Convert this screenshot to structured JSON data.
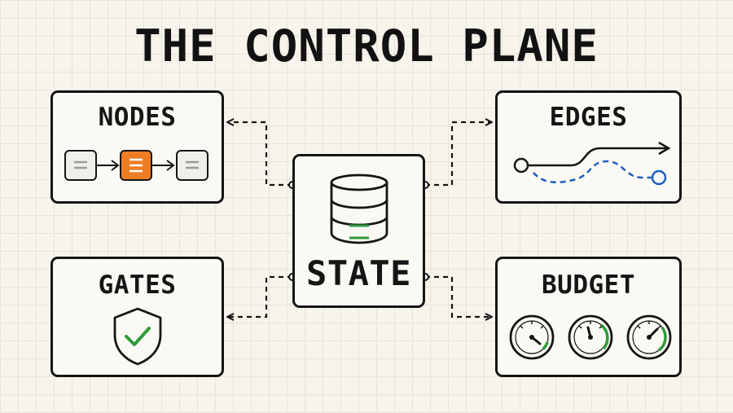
{
  "title": "THE CONTROL PLANE",
  "boxes": {
    "nodes": {
      "label": "NODES"
    },
    "edges": {
      "label": "EDGES"
    },
    "gates": {
      "label": "GATES"
    },
    "budget": {
      "label": "BUDGET"
    },
    "state": {
      "label": "STATE"
    }
  },
  "icons": {
    "nodes": "node-chain-icon",
    "edges": "branching-path-icon",
    "gates": "shield-check-icon",
    "budget": "gauge-icon",
    "state": "database-icon"
  },
  "colors": {
    "ink": "#151515",
    "accent_orange": "#ef7d23",
    "accent_green": "#2f9b3a",
    "accent_blue": "#1f5fbf",
    "background": "#f7f4ec"
  }
}
